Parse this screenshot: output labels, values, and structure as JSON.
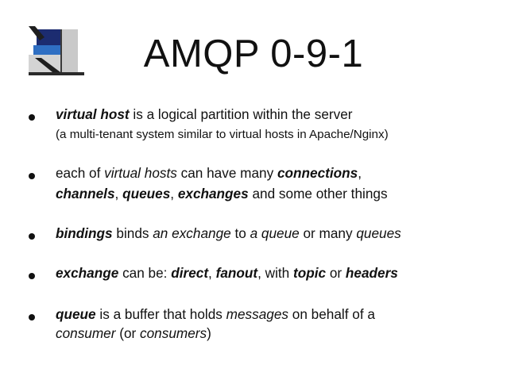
{
  "slide": {
    "title": "AMQP 0-9-1",
    "bullets": [
      {
        "line1": [
          {
            "text": "virtual host",
            "style": "bi"
          },
          {
            "text": " is a logical partition within the server",
            "style": ""
          }
        ],
        "line2": [
          {
            "text": "(a multi-tenant system similar to virtual hosts in Apache/Nginx)",
            "style": "small"
          }
        ]
      },
      {
        "line1": [
          {
            "text": "each of ",
            "style": ""
          },
          {
            "text": "virtual hosts",
            "style": "it"
          },
          {
            "text": " can have many ",
            "style": ""
          },
          {
            "text": "connections",
            "style": "bi"
          },
          {
            "text": ",",
            "style": ""
          }
        ],
        "line2": [
          {
            "text": "channels",
            "style": "bi"
          },
          {
            "text": ", ",
            "style": ""
          },
          {
            "text": "queues",
            "style": "bi"
          },
          {
            "text": ", ",
            "style": ""
          },
          {
            "text": "exchanges",
            "style": "bi"
          },
          {
            "text": " and some other things",
            "style": ""
          }
        ]
      },
      {
        "line1": [
          {
            "text": "bindings",
            "style": "bi"
          },
          {
            "text": " binds ",
            "style": ""
          },
          {
            "text": "an exchange",
            "style": "it"
          },
          {
            "text": " to ",
            "style": ""
          },
          {
            "text": "a queue",
            "style": "it"
          },
          {
            "text": " or many ",
            "style": ""
          },
          {
            "text": "queues",
            "style": "it"
          }
        ]
      },
      {
        "line1": [
          {
            "text": "exchange",
            "style": "bi"
          },
          {
            "text": " can be: ",
            "style": ""
          },
          {
            "text": "direct",
            "style": "bi"
          },
          {
            "text": ", ",
            "style": ""
          },
          {
            "text": "fanout",
            "style": "bi"
          },
          {
            "text": ", with ",
            "style": ""
          },
          {
            "text": "topic",
            "style": "bi"
          },
          {
            "text": " or ",
            "style": ""
          },
          {
            "text": "headers",
            "style": "bi"
          }
        ]
      },
      {
        "line1": [
          {
            "text": "queue",
            "style": "bi"
          },
          {
            "text": " is a buffer that holds ",
            "style": ""
          },
          {
            "text": "messages",
            "style": "it"
          },
          {
            "text": " on behalf of a",
            "style": ""
          }
        ],
        "line2": [
          {
            "text": "consumer",
            "style": "it"
          },
          {
            "text": " (or ",
            "style": ""
          },
          {
            "text": "consumers",
            "style": "it"
          },
          {
            "text": ")",
            "style": ""
          }
        ]
      }
    ],
    "logo": {
      "name": "logo-icon",
      "colors": {
        "navy": "#1c2c70",
        "blue": "#2f6fc3",
        "gray": "#c9c9c9",
        "dark": "#2a2a2a"
      }
    }
  }
}
